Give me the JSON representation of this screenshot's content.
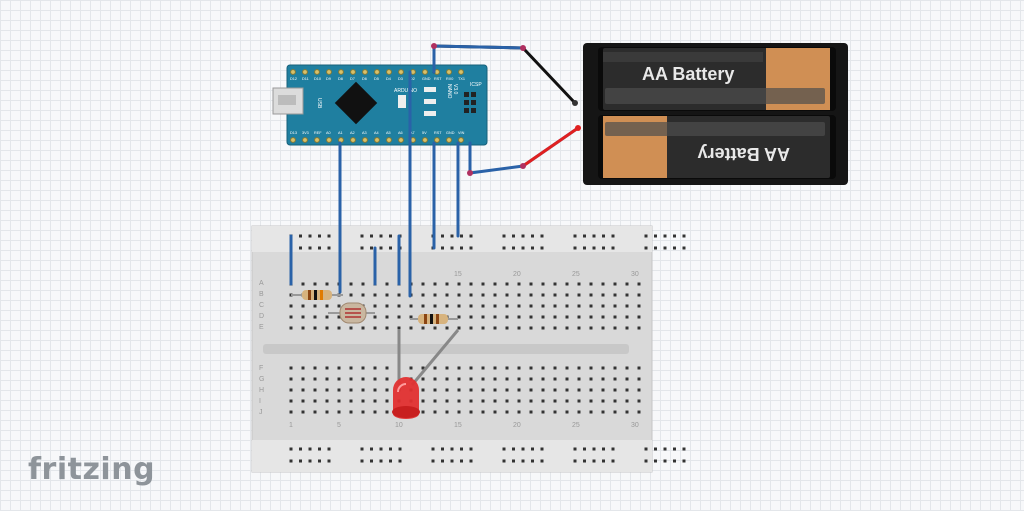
{
  "app": {
    "logo": "fritzing"
  },
  "battery": {
    "top_label": "AA Battery",
    "bottom_label": "AA Battery"
  },
  "arduino": {
    "board_text": "ARDUINO",
    "model_text": "NANO",
    "version_text": "V3.0",
    "icsp": "ICSP",
    "usb": "USB",
    "top_pins": [
      "D12",
      "D11",
      "D10",
      "D9",
      "D8",
      "D7",
      "D6",
      "D5",
      "D4",
      "D3",
      "D2",
      "GND",
      "RST",
      "RX0",
      "TX1"
    ],
    "bottom_pins": [
      "D13",
      "3V3",
      "REF",
      "A0",
      "A1",
      "A2",
      "A3",
      "A4",
      "A5",
      "A6",
      "A7",
      "5V",
      "RST",
      "GND",
      "VIN"
    ]
  },
  "breadboard": {
    "row_labels_top": [
      "A",
      "B",
      "C",
      "D",
      "E"
    ],
    "row_labels_bottom": [
      "F",
      "G",
      "H",
      "I",
      "J"
    ],
    "top_col_numbers": [
      "15",
      "20",
      "25",
      "30"
    ],
    "bottom_col_numbers": [
      "1",
      "5",
      "10",
      "15",
      "20",
      "25",
      "30"
    ]
  },
  "colors": {
    "wire_blue": "#2a62a8",
    "wire_red": "#e02020",
    "wire_black": "#111111",
    "board_teal": "#1f7fa0",
    "led_red": "#e23030"
  }
}
